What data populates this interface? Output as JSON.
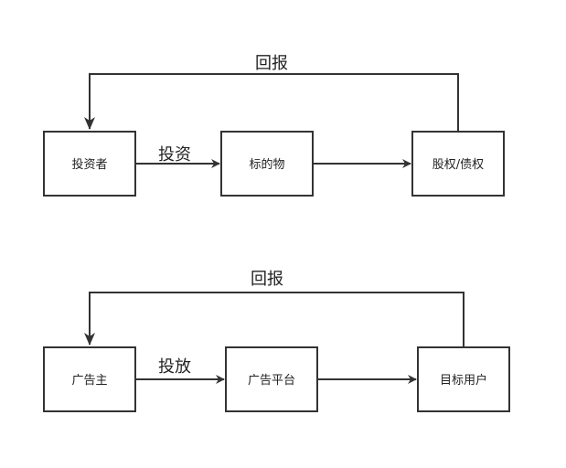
{
  "diagram_top": {
    "nodes": {
      "investor": "投资者",
      "target": "标的物",
      "equity": "股权/债权"
    },
    "edges": {
      "invest": "投资",
      "return": "回报"
    }
  },
  "diagram_bottom": {
    "nodes": {
      "advertiser": "广告主",
      "platform": "广告平台",
      "target_user": "目标用户"
    },
    "edges": {
      "place": "投放",
      "return": "回报"
    }
  }
}
